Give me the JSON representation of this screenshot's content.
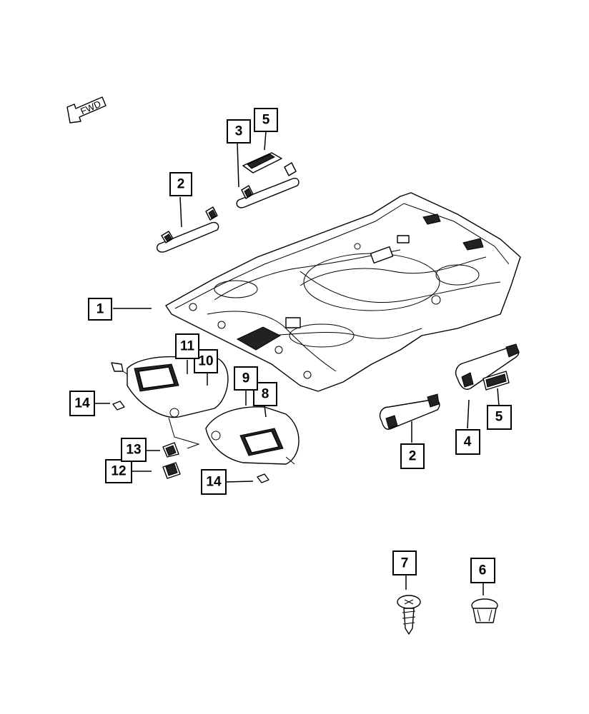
{
  "diagram": {
    "direction_label": "FWD",
    "callouts": [
      {
        "id": "c1",
        "label": "1"
      },
      {
        "id": "c2a",
        "label": "2"
      },
      {
        "id": "c2b",
        "label": "2"
      },
      {
        "id": "c3",
        "label": "3"
      },
      {
        "id": "c4",
        "label": "4"
      },
      {
        "id": "c5a",
        "label": "5"
      },
      {
        "id": "c5b",
        "label": "5"
      },
      {
        "id": "c6",
        "label": "6"
      },
      {
        "id": "c7",
        "label": "7"
      },
      {
        "id": "c8",
        "label": "8"
      },
      {
        "id": "c9",
        "label": "9"
      },
      {
        "id": "c10",
        "label": "10"
      },
      {
        "id": "c11",
        "label": "11"
      },
      {
        "id": "c12",
        "label": "12"
      },
      {
        "id": "c13",
        "label": "13"
      },
      {
        "id": "c14a",
        "label": "14"
      },
      {
        "id": "c14b",
        "label": "14"
      }
    ]
  }
}
